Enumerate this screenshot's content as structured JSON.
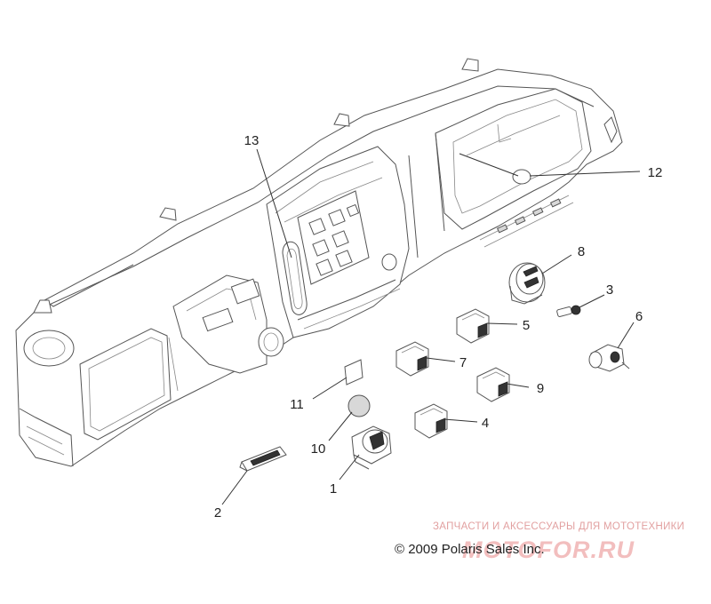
{
  "callouts": [
    {
      "id": "1",
      "label": "1"
    },
    {
      "id": "2",
      "label": "2"
    },
    {
      "id": "3",
      "label": "3"
    },
    {
      "id": "4",
      "label": "4"
    },
    {
      "id": "5",
      "label": "5"
    },
    {
      "id": "6",
      "label": "6"
    },
    {
      "id": "7",
      "label": "7"
    },
    {
      "id": "8",
      "label": "8"
    },
    {
      "id": "9",
      "label": "9"
    },
    {
      "id": "10",
      "label": "10"
    },
    {
      "id": "11",
      "label": "11"
    },
    {
      "id": "12",
      "label": "12"
    },
    {
      "id": "13",
      "label": "13"
    }
  ],
  "watermark": {
    "tagline": "ЗАПЧАСТИ И АКСЕССУАРЫ ДЛЯ МОТОТЕХНИКИ",
    "site": "MOTOFOR.RU"
  },
  "copyright": "© 2009 Polaris Sales Inc.",
  "colors": {
    "line": "#555555",
    "watermark": "#e98a8a",
    "background": "#ffffff"
  }
}
